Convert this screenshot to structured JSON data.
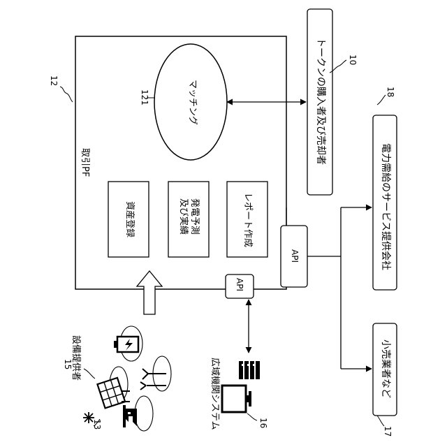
{
  "platform": {
    "label": "取引PF",
    "ref": "12"
  },
  "matching": {
    "label": "マッチング",
    "ref": "121"
  },
  "modules": [
    {
      "line1": "資産登録",
      "line2": ""
    },
    {
      "line1": "発電予測",
      "line2": "及び実績"
    },
    {
      "line1": "レポート作成",
      "line2": ""
    }
  ],
  "api_left": "API",
  "api_right": "API",
  "token_party": {
    "label": "トークンの購入者及び売却者",
    "ref": "10"
  },
  "power_service": {
    "label": "電力需給のサービス提供会社",
    "ref": "18"
  },
  "retailer": {
    "label": "小売業者など",
    "ref": "17"
  },
  "equipment": {
    "label": "設備提供者",
    "ref": "15"
  },
  "solar_ref": "13",
  "wide_area": {
    "label": "広域機関システム",
    "ref": "16"
  },
  "icons": [
    "factory-icon",
    "solar-panel-icon",
    "wind-turbine-icon",
    "battery-icon",
    "computer-icon",
    "server-icon"
  ]
}
